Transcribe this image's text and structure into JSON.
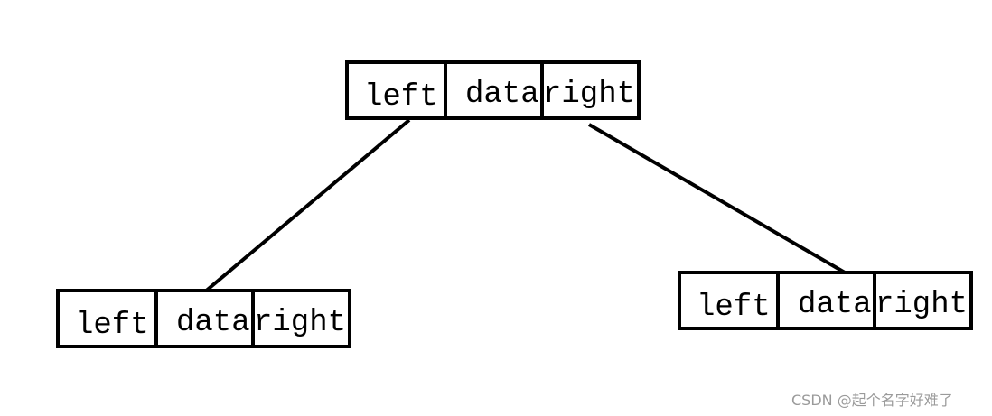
{
  "nodes": {
    "root": {
      "left": "left",
      "data": "data",
      "right": "right"
    },
    "left_child": {
      "left": "left",
      "data": "data",
      "right": "right"
    },
    "right_child": {
      "left": "left",
      "data": "data",
      "right": "right"
    }
  },
  "watermark": "CSDN @起个名字好难了",
  "colors": {
    "stroke": "#000000",
    "background": "#ffffff",
    "watermark": "#9a9a9a"
  }
}
